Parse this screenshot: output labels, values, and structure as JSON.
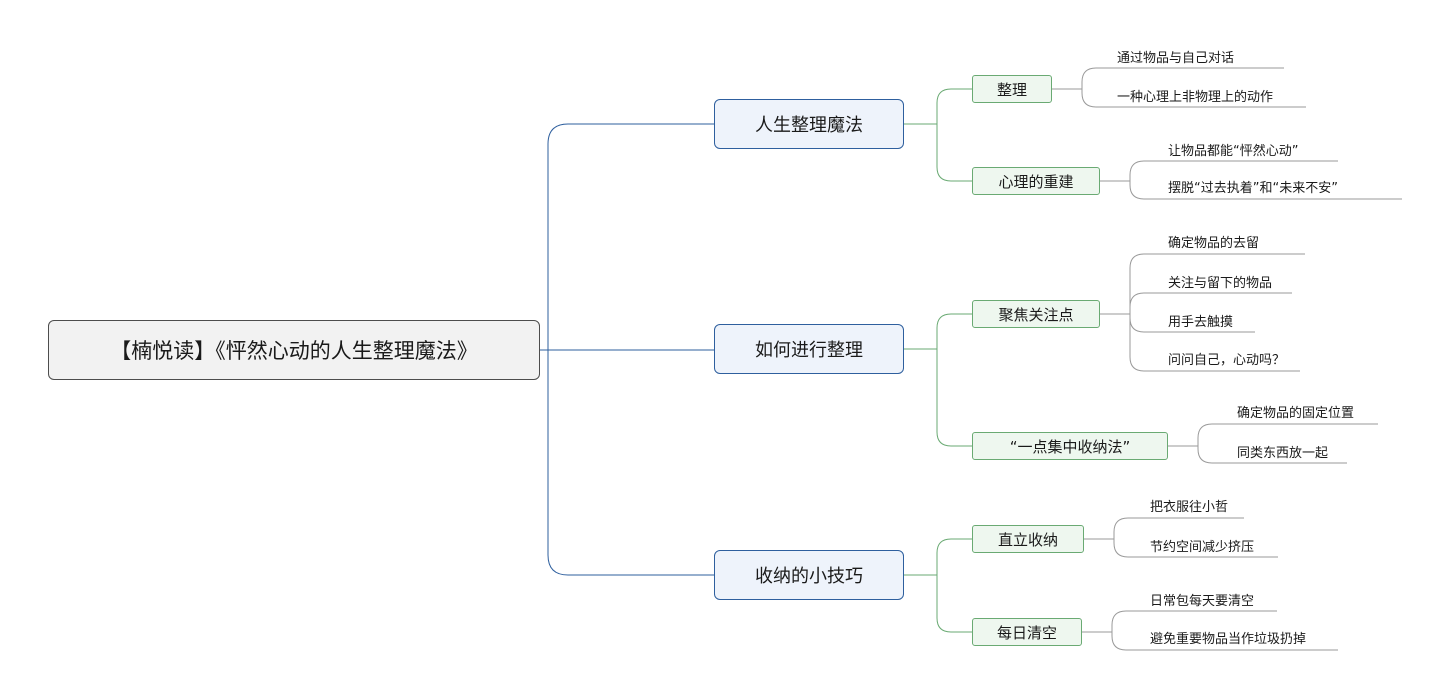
{
  "root": "【楠悦读】《怦然心动的人生整理魔法》",
  "branches": [
    {
      "label": "人生整理魔法",
      "children": [
        {
          "label": "整理",
          "leaves": [
            "通过物品与自己对话",
            "一种心理上非物理上的动作"
          ]
        },
        {
          "label": "心理的重建",
          "leaves": [
            "让物品都能“怦然心动”",
            "摆脱“过去执着”和“未来不安”"
          ]
        }
      ]
    },
    {
      "label": "如何进行整理",
      "children": [
        {
          "label": "聚焦关注点",
          "leaves": [
            "确定物品的去留",
            "关注与留下的物品",
            "用手去触摸",
            "问问自己，心动吗？"
          ]
        },
        {
          "label": "“一点集中收纳法”",
          "leaves": [
            "确定物品的固定位置",
            "同类东西放一起"
          ]
        }
      ]
    },
    {
      "label": "收纳的小技巧",
      "children": [
        {
          "label": "直立收纳",
          "leaves": [
            "把衣服往小哲",
            "节约空间减少挤压"
          ]
        },
        {
          "label": "每日清空",
          "leaves": [
            "日常包每天要清空",
            "避免重要物品当作垃圾扔掉"
          ]
        }
      ]
    }
  ],
  "colors": {
    "main_line": "#2e5f9e",
    "sub_line": "#6aaa73",
    "leaf_line": "#9a9a9a"
  }
}
